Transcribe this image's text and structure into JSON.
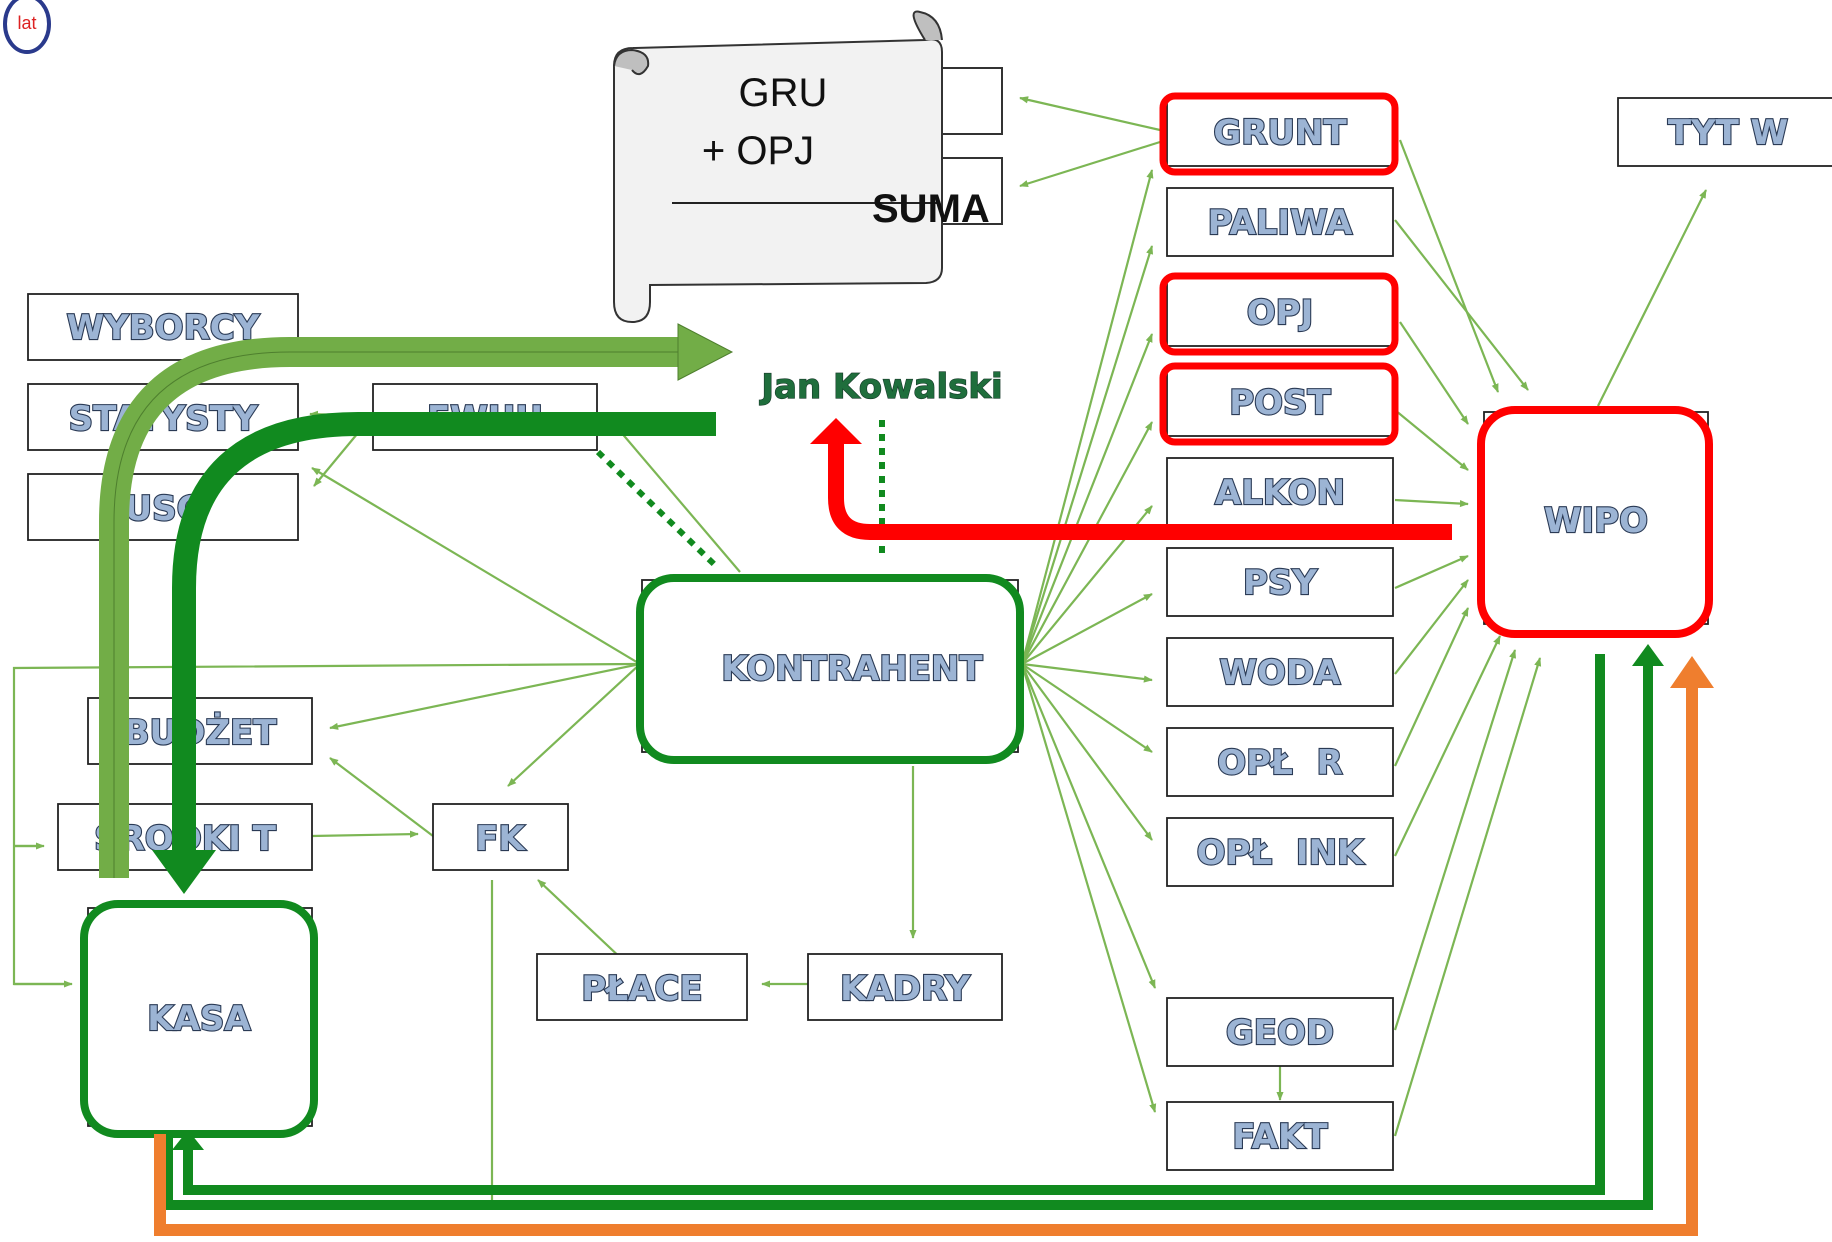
{
  "logo": {
    "text": "lat"
  },
  "scroll": {
    "line1": "GRU",
    "line2": "+ OPJ",
    "sum_label": "SUMA"
  },
  "person": {
    "name": "Jan Kowalski"
  },
  "left_boxes": {
    "wyborcy": "WYBORCY",
    "staty": "STATYSTY",
    "usc": "USC",
    "ewuu": "EWUU"
  },
  "center": {
    "budzet": "BUDŻET",
    "srodki": "ŚRODKI T",
    "fk": "FK",
    "kasa": "KASA",
    "kontrahent": "KONTRAHENT",
    "place": "PŁACE",
    "kadry": "KADRY"
  },
  "right_boxes": {
    "grunt": "GRUNT",
    "paliwa": "PALIWA",
    "opj": "OPJ",
    "post": "POST",
    "alkon": "ALKON",
    "psy": "PSY",
    "woda": "WODA",
    "opl_r": "OPŁ  R",
    "opl_ink": "OPŁ  INK",
    "geod": "GEOD",
    "fakt": "FAKT"
  },
  "hub": {
    "wipo": "WIPO",
    "tyt": "TYT W"
  },
  "colors": {
    "thin_arrow": "#7cb654",
    "red": "#ff0000",
    "dark_green": "#118a1f",
    "light_green": "#72ad47",
    "orange": "#ef7e2e",
    "text_fill": "#9cb4d4",
    "text_stroke": "#2a3a55"
  },
  "icons": {
    "logo": "logo-circle-icon",
    "scroll": "scroll-icon"
  }
}
